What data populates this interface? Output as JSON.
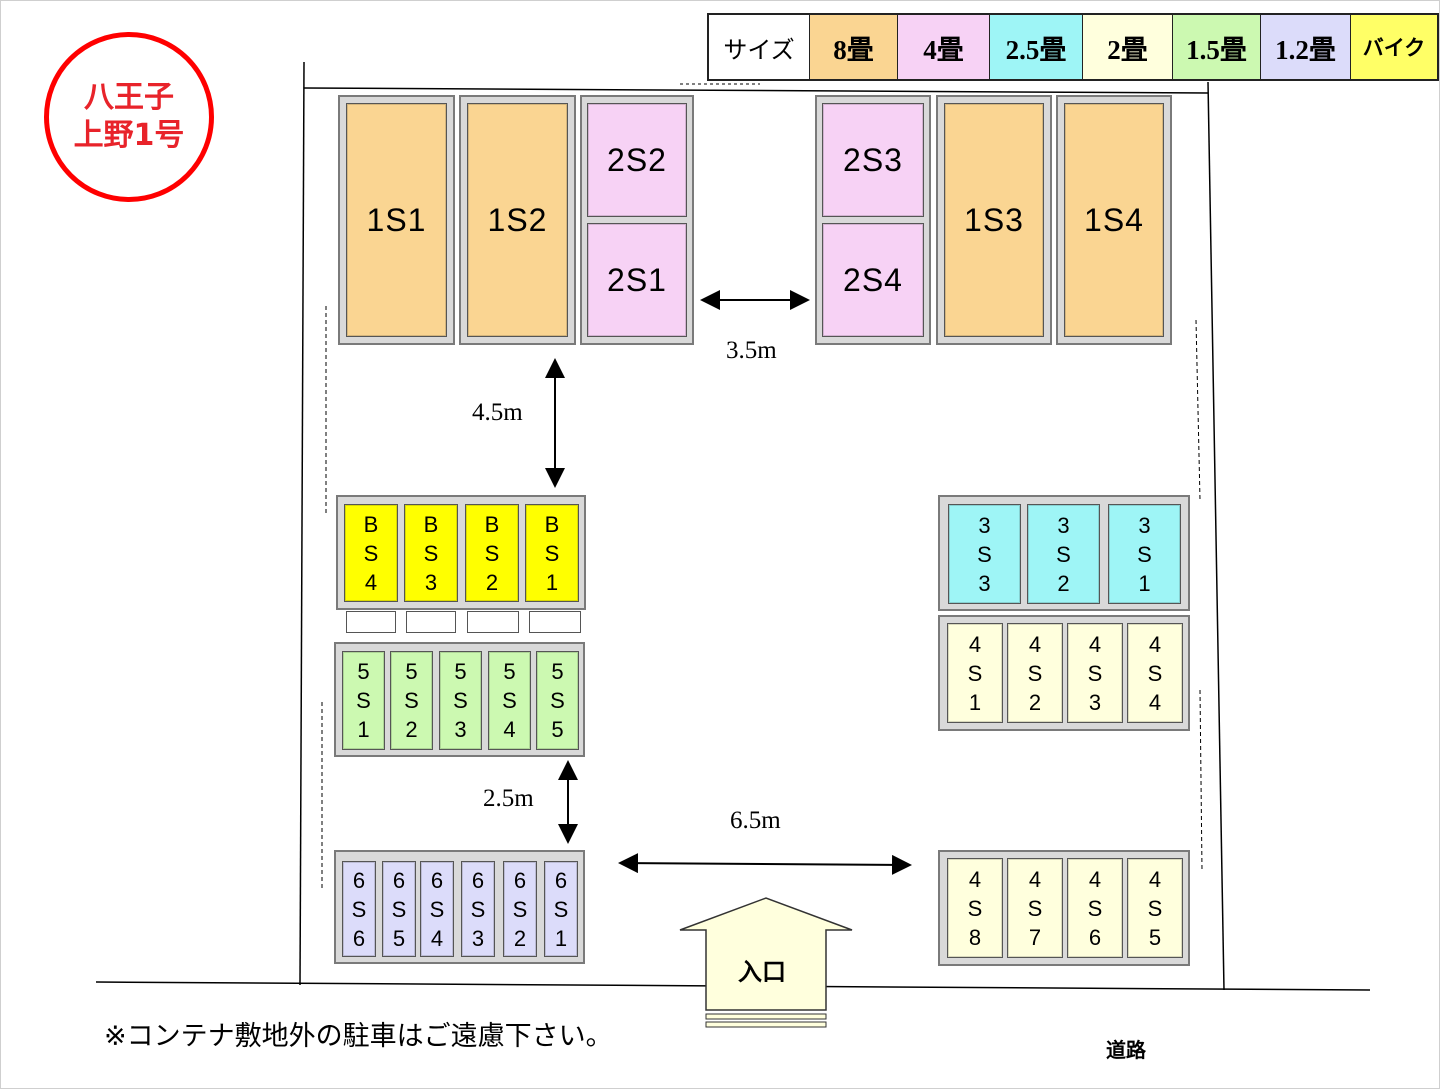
{
  "site_label": {
    "line1": "八王子",
    "line2": "上野1号"
  },
  "legend": {
    "items": [
      {
        "label": "サイズ",
        "color": "#ffffff"
      },
      {
        "label": "8畳",
        "color": "#fad592"
      },
      {
        "label": "4畳",
        "color": "#f7d2f5"
      },
      {
        "label": "2.5畳",
        "color": "#9ef5f6"
      },
      {
        "label": "2畳",
        "color": "#ffffdd"
      },
      {
        "label": "1.5畳",
        "color": "#ccf9b1"
      },
      {
        "label": "1.2畳",
        "color": "#dcdcfa"
      },
      {
        "label": "バイク",
        "color": "#ffff66"
      }
    ]
  },
  "units": {
    "s1": "1S1",
    "s2": "1S2",
    "s3": "1S3",
    "s4": "1S4",
    "s2s1": "2S1",
    "s2s2": "2S2",
    "s2s3": "2S3",
    "s2s4": "2S4",
    "bs4": "B\nS\n4",
    "bs3": "B\nS\n3",
    "bs2": "B\nS\n2",
    "bs1": "B\nS\n1",
    "s5s1": "5\nS\n1",
    "s5s2": "5\nS\n2",
    "s5s3": "5\nS\n3",
    "s5s4": "5\nS\n4",
    "s5s5": "5\nS\n5",
    "s6s6": "6\nS\n6",
    "s6s5": "6\nS\n5",
    "s6s4": "6\nS\n4",
    "s6s3": "6\nS\n3",
    "s6s2": "6\nS\n2",
    "s6s1": "6\nS\n1",
    "s3s3": "3\nS\n3",
    "s3s2": "3\nS\n2",
    "s3s1": "3\nS\n1",
    "s4s1": "4\nS\n1",
    "s4s2": "4\nS\n2",
    "s4s3": "4\nS\n3",
    "s4s4": "4\nS\n4",
    "s4s8": "4\nS\n8",
    "s4s7": "4\nS\n7",
    "s4s6": "4\nS\n6",
    "s4s5": "4\nS\n5"
  },
  "measurements": {
    "top_gap": "3.5m",
    "left_gap": "4.5m",
    "mid_gap": "2.5m",
    "bottom_gap": "6.5m"
  },
  "entrance": "入口",
  "road": "道路",
  "parking_note": "※コンテナ敷地外の駐車はご遠慮下さい。"
}
